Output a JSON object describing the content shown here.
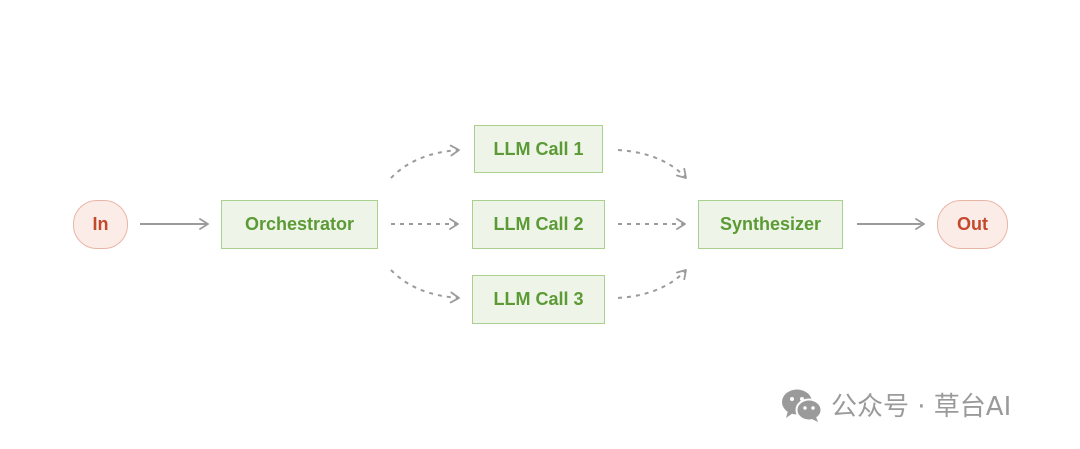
{
  "nodes": {
    "in": "In",
    "orchestrator": "Orchestrator",
    "llm_call_1": "LLM Call 1",
    "llm_call_2": "LLM Call 2",
    "llm_call_3": "LLM Call 3",
    "synthesizer": "Synthesizer",
    "out": "Out"
  },
  "watermark": {
    "icon": "wechat-icon",
    "text": "公众号 · 草台AI"
  },
  "colors": {
    "terminal_fill": "#fbece7",
    "terminal_border": "#e9b6a6",
    "terminal_text": "#c4482c",
    "step_fill": "#eef5e8",
    "step_border": "#a9d08e",
    "step_text": "#5b9a35",
    "arrow": "#9b9b9b"
  }
}
